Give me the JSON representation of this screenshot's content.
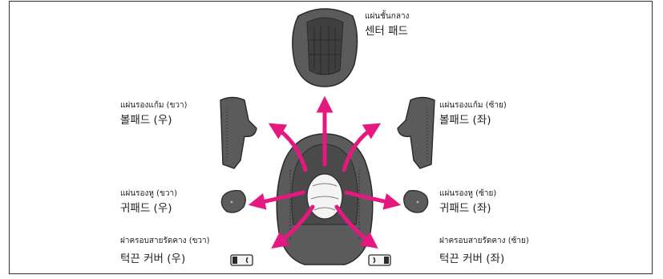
{
  "colors": {
    "arrow": "#e6187f",
    "pad_fill": "#5b5b5b",
    "pad_dark": "#3a3a3a",
    "outline": "#2a2a2a"
  },
  "labels": {
    "center": {
      "th": "แผ่นชั้นกลาง",
      "ko": "센터 패드"
    },
    "cheek_right": {
      "th": "แผ่นรองแก้ม (ขวา)",
      "ko": "볼패드 (우)"
    },
    "cheek_left": {
      "th": "แผ่นรองแก้ม (ซ้าย)",
      "ko": "볼패드 (좌)"
    },
    "ear_right": {
      "th": "แผ่นรองหู (ขวา)",
      "ko": "귀패드 (우)"
    },
    "ear_left": {
      "th": "แผ่นรองหู (ซ้าย)",
      "ko": "귀패드 (좌)"
    },
    "strap_right": {
      "th": "ฝาครอบสายรัดคาง (ขวา)",
      "ko": "턱끈 커버 (우)"
    },
    "strap_left": {
      "th": "ฝาครอบสายรัดคาง (ซ้าย)",
      "ko": "턱끈 커버 (좌)"
    }
  }
}
